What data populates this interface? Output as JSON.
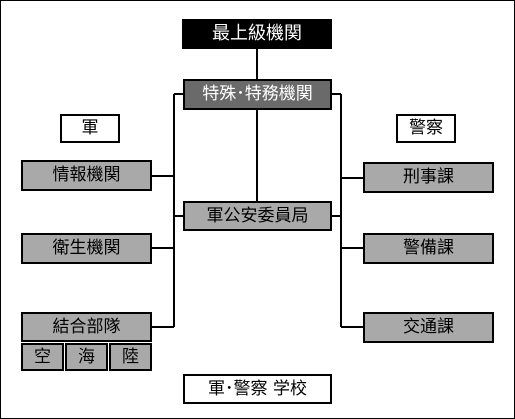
{
  "top": "最上級機関",
  "special": "特殊･特務機関",
  "committee": "軍公安委員局",
  "left_header": "軍",
  "right_header": "警察",
  "left_items": [
    "情報機関",
    "衛生機関",
    "結合部隊"
  ],
  "branches": [
    "空",
    "海",
    "陸"
  ],
  "right_items": [
    "刑事課",
    "警備課",
    "交通課"
  ],
  "school": "軍･警察 学校"
}
